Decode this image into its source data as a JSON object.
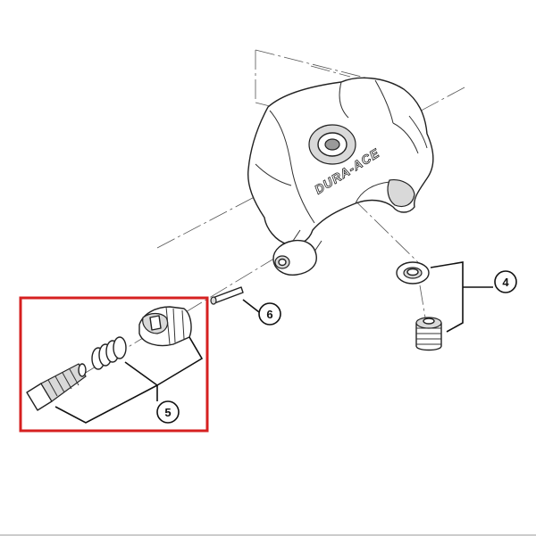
{
  "diagram": {
    "brand_text": "DURA-ACE",
    "highlight_color": "#d62020",
    "callouts": [
      {
        "id": "4",
        "label": "4"
      },
      {
        "id": "5",
        "label": "5"
      },
      {
        "id": "6",
        "label": "6"
      }
    ]
  }
}
